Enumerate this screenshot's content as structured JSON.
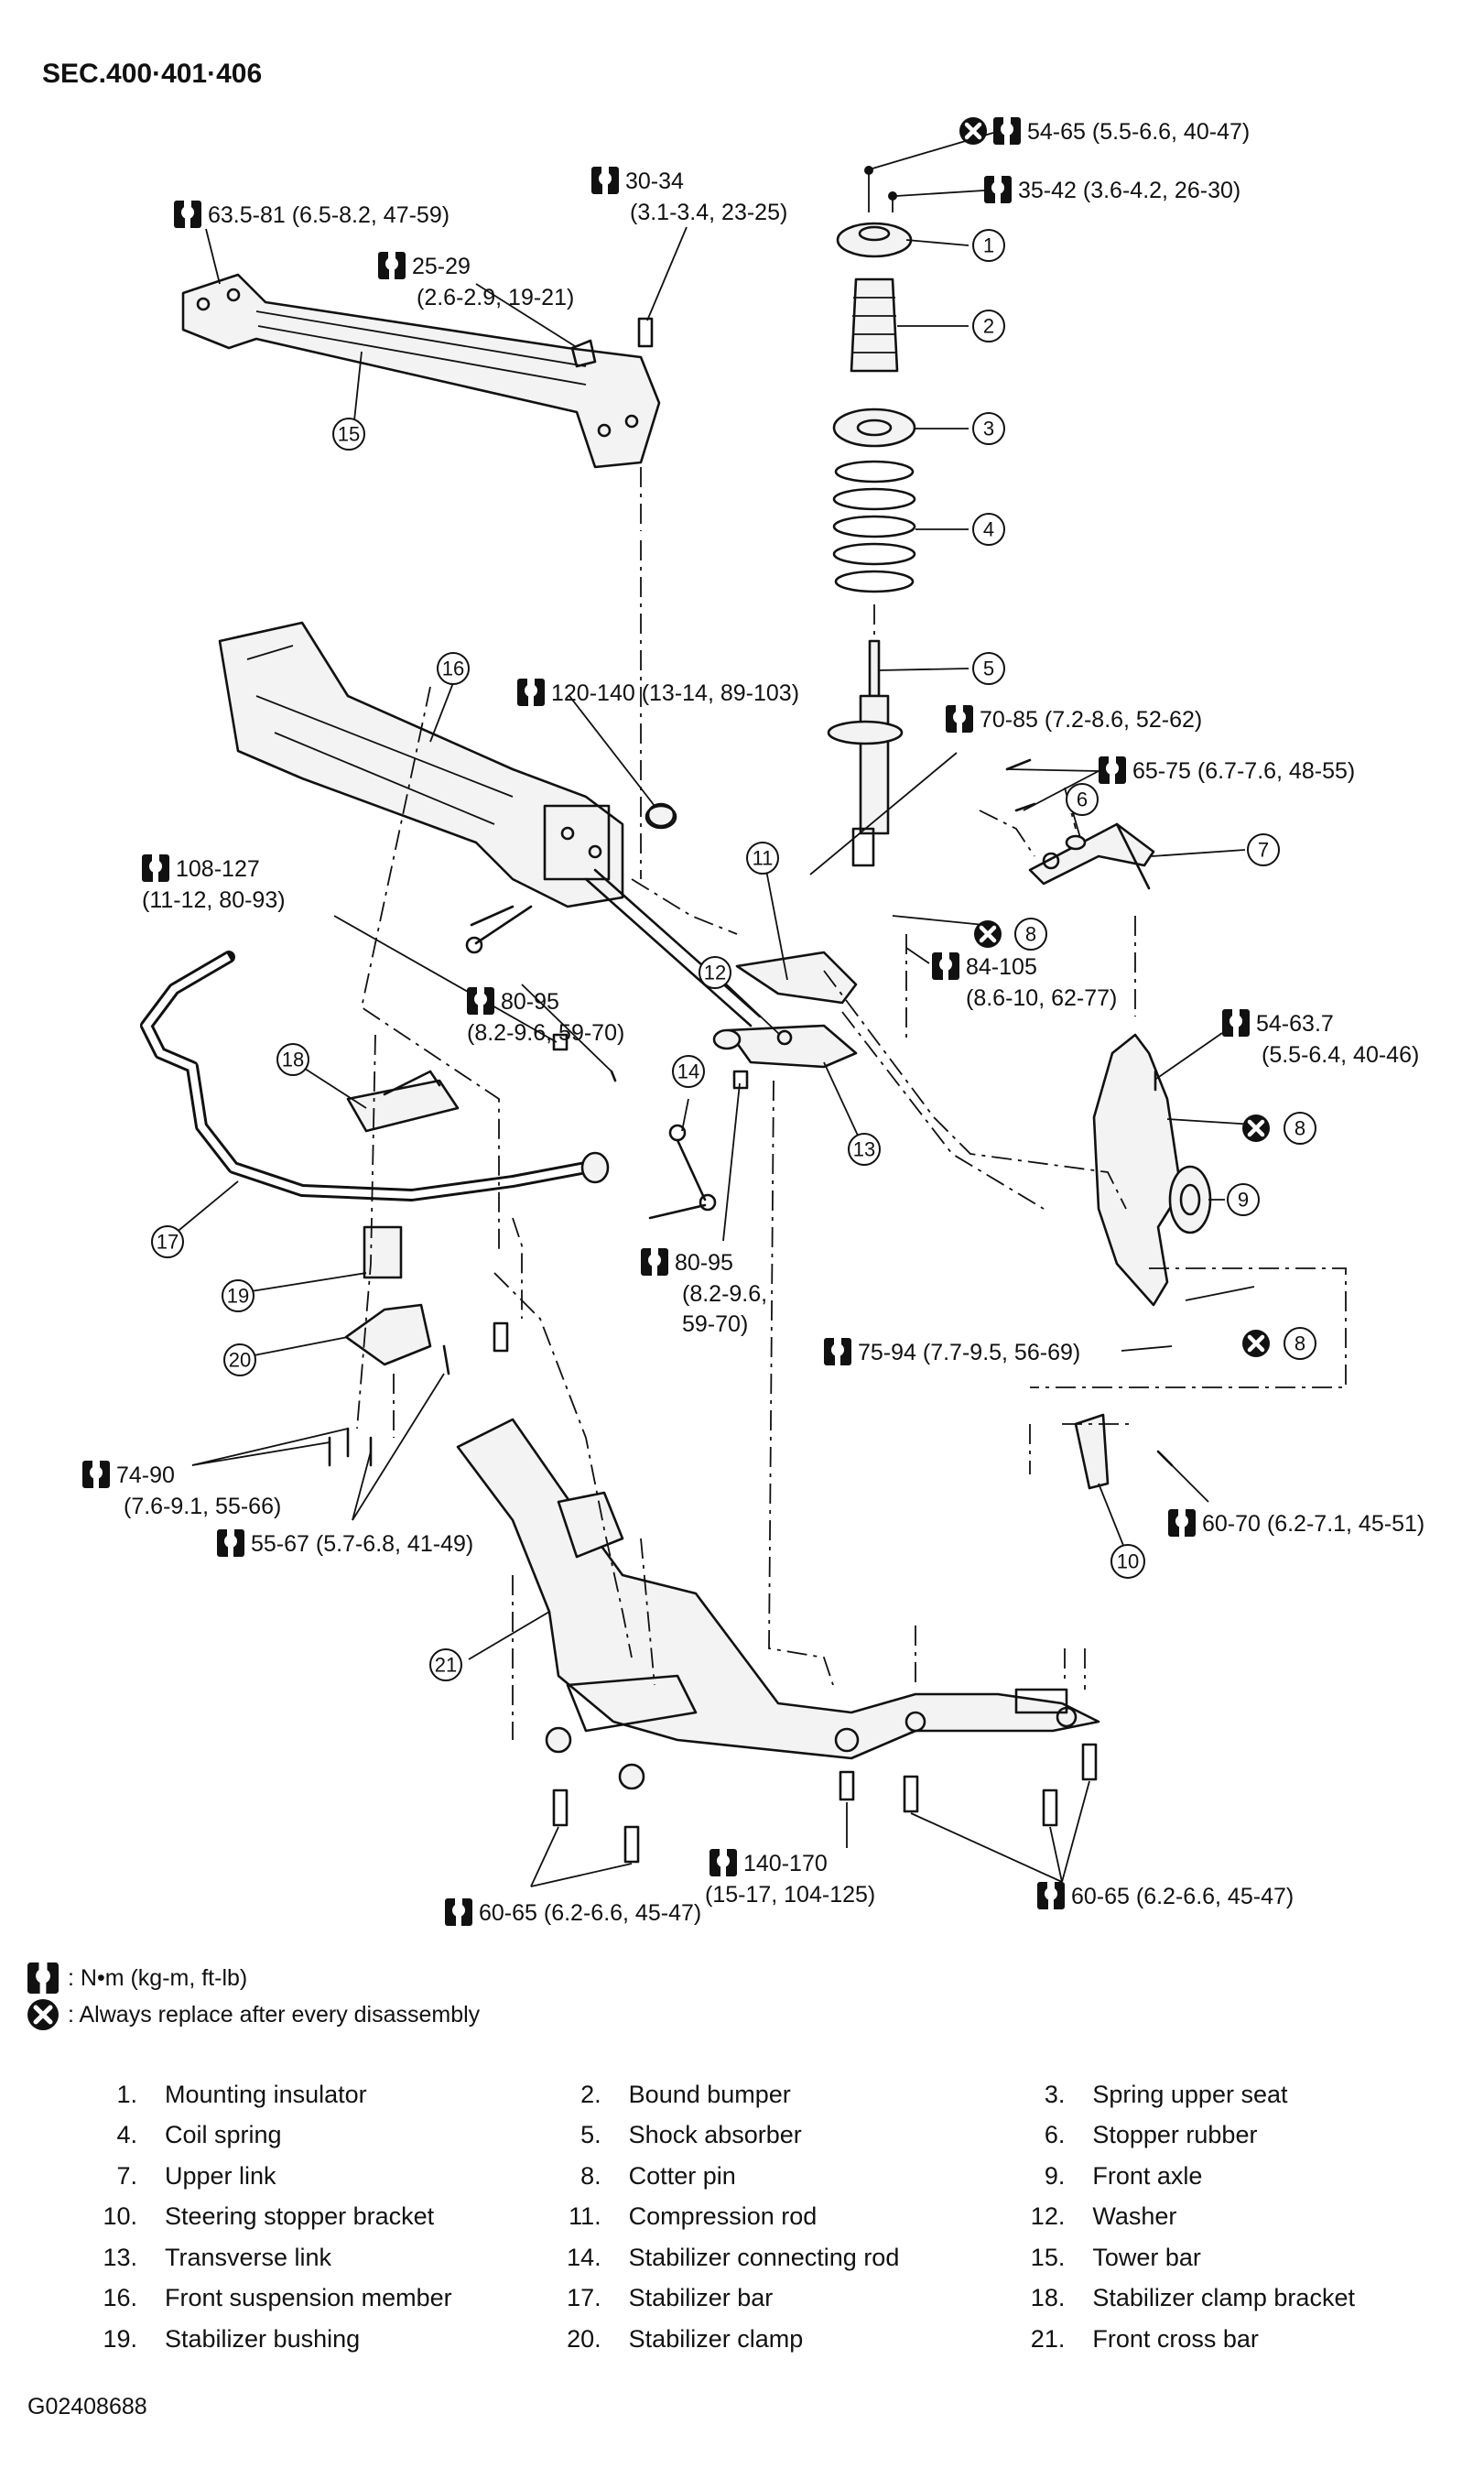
{
  "header": {
    "title": "SEC.400·401·406"
  },
  "torque_callouts": {
    "t1": "54-65 (5.5-6.6, 40-47)",
    "t2": "35-42 (3.6-4.2, 26-30)",
    "t3a": "30-34",
    "t3b": "(3.1-3.4, 23-25)",
    "t4": "63.5-81 (6.5-8.2, 47-59)",
    "t5a": "25-29",
    "t5b": "(2.6-2.9, 19-21)",
    "t6": "120-140 (13-14, 89-103)",
    "t7": "70-85 (7.2-8.6, 52-62)",
    "t8": "65-75 (6.7-7.6, 48-55)",
    "t9a": "108-127",
    "t9b": "(11-12, 80-93)",
    "t10a": "84-105",
    "t10b": "(8.6-10, 62-77)",
    "t11a": "80-95",
    "t11b": "(8.2-9.6, 59-70)",
    "t12a": "54-63.7",
    "t12b": "(5.5-6.4, 40-46)",
    "t13a": "80-95",
    "t13b": "(8.2-9.6,",
    "t13c": "59-70)",
    "t14": "75-94  (7.7-9.5, 56-69)",
    "t15a": "74-90",
    "t15b": "(7.6-9.1, 55-66)",
    "t16": "55-67 (5.7-6.8, 41-49)",
    "t17": "60-70 (6.2-7.1, 45-51)",
    "t18a": "140-170",
    "t18b": "(15-17, 104-125)",
    "t19": "60-65 (6.2-6.6, 45-47)",
    "t20": "60-65 (6.2-6.6, 45-47)"
  },
  "callout_numbers": {
    "n1": "1",
    "n2": "2",
    "n3": "3",
    "n4": "4",
    "n5": "5",
    "n6": "6",
    "n7": "7",
    "n8": "8",
    "n9": "9",
    "n10": "10",
    "n11": "11",
    "n12": "12",
    "n13": "13",
    "n14": "14",
    "n15": "15",
    "n16": "16",
    "n17": "17",
    "n18": "18",
    "n19": "19",
    "n20": "20",
    "n21": "21"
  },
  "legend": {
    "torque_unit": ": N•m (kg-m, ft-lb)",
    "replace_note": ": Always replace after every disassembly"
  },
  "parts": [
    {
      "num": "1.",
      "name": "Mounting insulator"
    },
    {
      "num": "2.",
      "name": "Bound bumper"
    },
    {
      "num": "3.",
      "name": "Spring upper seat"
    },
    {
      "num": "4.",
      "name": "Coil spring"
    },
    {
      "num": "5.",
      "name": "Shock absorber"
    },
    {
      "num": "6.",
      "name": "Stopper rubber"
    },
    {
      "num": "7.",
      "name": "Upper link"
    },
    {
      "num": "8.",
      "name": "Cotter pin"
    },
    {
      "num": "9.",
      "name": "Front axle"
    },
    {
      "num": "10.",
      "name": "Steering stopper bracket"
    },
    {
      "num": "11.",
      "name": "Compression rod"
    },
    {
      "num": "12.",
      "name": "Washer"
    },
    {
      "num": "13.",
      "name": "Transverse link"
    },
    {
      "num": "14.",
      "name": "Stabilizer connecting rod"
    },
    {
      "num": "15.",
      "name": "Tower bar"
    },
    {
      "num": "16.",
      "name": "Front suspension member"
    },
    {
      "num": "17.",
      "name": "Stabilizer bar"
    },
    {
      "num": "18.",
      "name": "Stabilizer clamp bracket"
    },
    {
      "num": "19.",
      "name": "Stabilizer bushing"
    },
    {
      "num": "20.",
      "name": "Stabilizer clamp"
    },
    {
      "num": "21.",
      "name": "Front cross bar"
    }
  ],
  "figure_code": "G02408688",
  "icons": {
    "torque": "torque-wrench-icon",
    "replace": "replace-x-icon"
  }
}
